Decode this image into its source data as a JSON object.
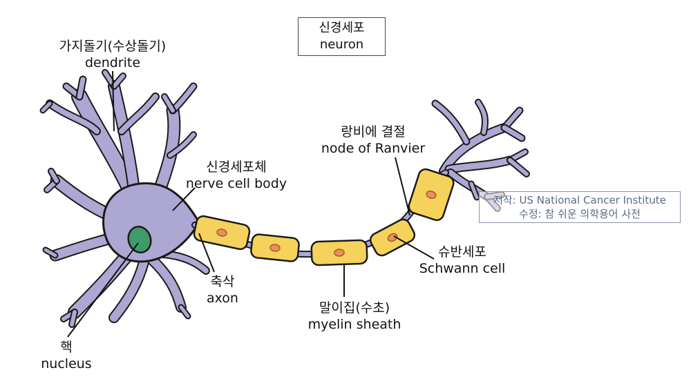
{
  "title": {
    "ko": "신경세포",
    "en": "neuron"
  },
  "labels": {
    "dendrite": {
      "ko": "가지돌기(수상돌기)",
      "en": "dendrite"
    },
    "cell_body": {
      "ko": "신경세포체",
      "en": "nerve cell body"
    },
    "node_of_ranvier": {
      "ko": "랑비에 결절",
      "en": "node of Ranvier"
    },
    "schwann_cell": {
      "ko": "슈반세포",
      "en": "Schwann cell"
    },
    "myelin_sheath": {
      "ko": "말이집(수초)",
      "en": "myelin sheath"
    },
    "axon": {
      "ko": "축삭",
      "en": "axon"
    },
    "nucleus": {
      "ko": "핵",
      "en": "nucleus"
    }
  },
  "credit": {
    "line1": "저작: US National Cancer Institute",
    "line2": "수정: 참 쉬운 의학용어 사전"
  },
  "colors": {
    "cell_fill": "#ada7d3",
    "outline": "#1a1a1a",
    "nucleus": "#3e9b6a",
    "myelin": "#f5d25b",
    "schwann_nucleus": "#e9905b"
  }
}
